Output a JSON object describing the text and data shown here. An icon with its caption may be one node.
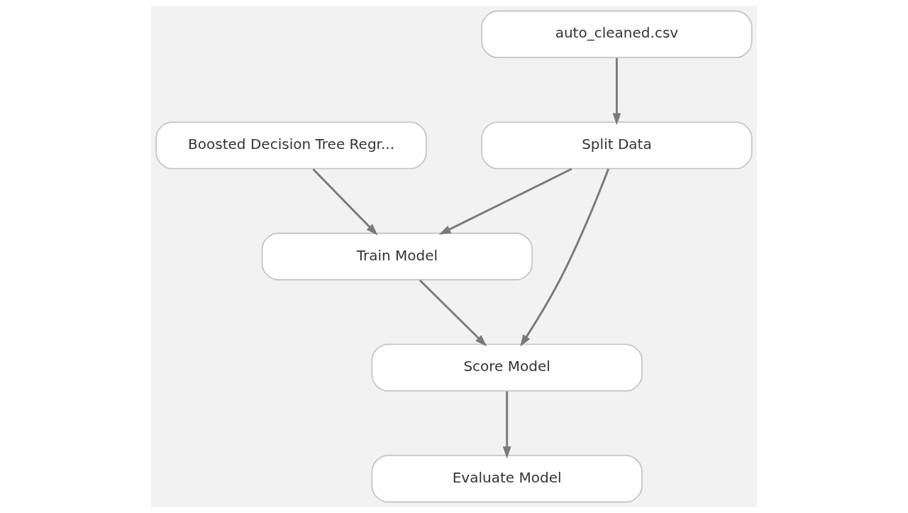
{
  "diagram": {
    "nodes": [
      {
        "text": [
          "auto_cleaned.csv"
        ]
      },
      {
        "text": [
          "Boosted Decision Tree Regr..."
        ]
      },
      {
        "text": [
          "Split Data"
        ]
      },
      {
        "text": [
          "Train Model"
        ]
      },
      {
        "text": [
          "Score Model"
        ]
      },
      {
        "text": [
          "Evaluate Model"
        ]
      }
    ],
    "edges": [
      {
        "from": 0,
        "to": 2,
        "arrow": "to"
      },
      {
        "from": 1,
        "to": 3,
        "arrow": "to"
      },
      {
        "from": 2,
        "to": 3,
        "arrow": "to"
      },
      {
        "from": 3,
        "to": 4,
        "arrow": "to"
      },
      {
        "from": 2,
        "to": 4,
        "arrow": "to"
      },
      {
        "from": 4,
        "to": 5,
        "arrow": "to"
      }
    ]
  }
}
